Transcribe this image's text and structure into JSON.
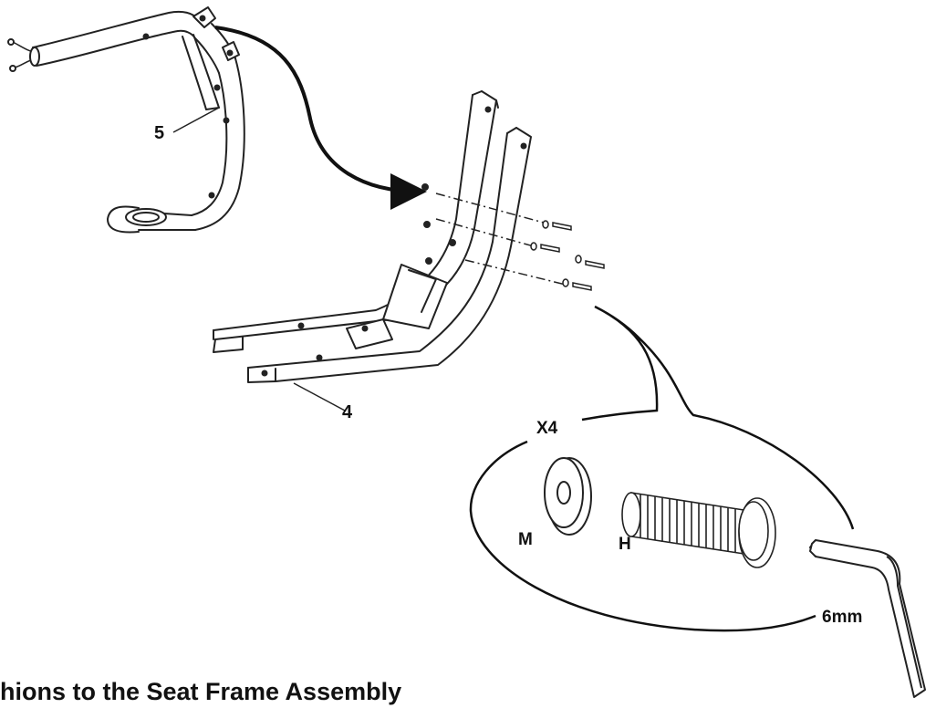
{
  "labels": {
    "part_handlebar": "5",
    "part_seat_frame": "4",
    "quantity": "X4",
    "washer": "M",
    "bolt": "H",
    "hex_key": "6mm"
  },
  "caption": "hions to the Seat Frame Assembly"
}
